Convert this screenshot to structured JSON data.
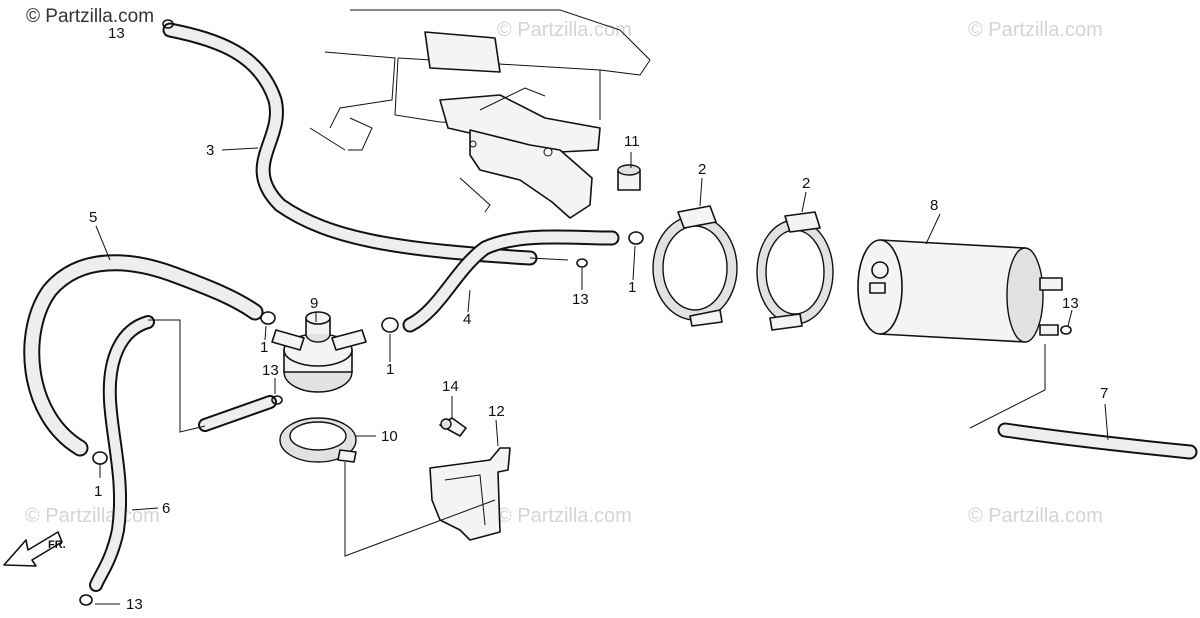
{
  "diagram": {
    "watermark_main": "© Partzilla.com",
    "watermark_faint": "© Partzilla.com",
    "direction_label": "FR.",
    "direction_icon": "front-arrow-icon",
    "callouts": [
      {
        "id": "callout-13-top",
        "label": "13"
      },
      {
        "id": "callout-3",
        "label": "3"
      },
      {
        "id": "callout-5",
        "label": "5"
      },
      {
        "id": "callout-9",
        "label": "9"
      },
      {
        "id": "callout-1-a",
        "label": "1"
      },
      {
        "id": "callout-13-b",
        "label": "13"
      },
      {
        "id": "callout-1-b",
        "label": "1"
      },
      {
        "id": "callout-4",
        "label": "4"
      },
      {
        "id": "callout-13-c",
        "label": "13"
      },
      {
        "id": "callout-1-c",
        "label": "1"
      },
      {
        "id": "callout-11",
        "label": "11"
      },
      {
        "id": "callout-2-a",
        "label": "2"
      },
      {
        "id": "callout-2-b",
        "label": "2"
      },
      {
        "id": "callout-8",
        "label": "8"
      },
      {
        "id": "callout-13-d",
        "label": "13"
      },
      {
        "id": "callout-7",
        "label": "7"
      },
      {
        "id": "callout-14",
        "label": "14"
      },
      {
        "id": "callout-12",
        "label": "12"
      },
      {
        "id": "callout-10",
        "label": "10"
      },
      {
        "id": "callout-1-d",
        "label": "1"
      },
      {
        "id": "callout-6",
        "label": "6"
      },
      {
        "id": "callout-13-e",
        "label": "13"
      }
    ]
  }
}
